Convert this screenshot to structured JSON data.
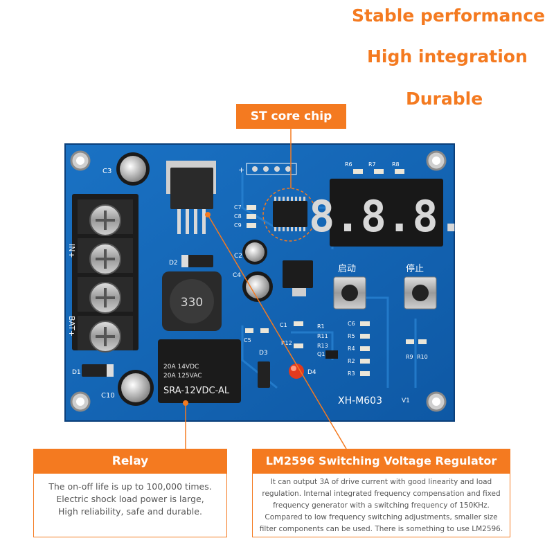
{
  "features": [
    "Stable performance",
    "High integration",
    "Durable"
  ],
  "callouts": {
    "chip": {
      "label": "ST core chip"
    },
    "relay": {
      "label": "Relay",
      "lines": [
        "The on-off life is up to 100,000 times.",
        "Electric shock load power is large,",
        "High reliability, safe and durable."
      ]
    },
    "regulator": {
      "label": "LM2596 Switching Voltage Regulator",
      "lines": [
        "It can output 3A of drive current with good linearity and load",
        "regulation. Internal integrated frequency compensation and fixed",
        "frequency generator with a switching frequency of 150KHz.",
        "Compared to low frequency switching adjustments, smaller size",
        "filter components can be used. There is something to use LM2596."
      ]
    }
  },
  "board": {
    "model": "XH-M603",
    "version": "V1",
    "button_start": "启动",
    "button_stop": "停止",
    "display": "8.8.8.",
    "inductor": "330",
    "relay_lines": [
      "20A 14VDC",
      "20A 125VAC",
      "SRA-12VDC-AL"
    ],
    "labels": {
      "C3": "C3",
      "C10": "C10",
      "D1": "D1",
      "D2": "D2",
      "D3": "D3",
      "D4": "D4",
      "C2": "C2",
      "C4": "C4",
      "C5": "C5",
      "C6": "C6",
      "C7": "C7",
      "C8": "C8",
      "C9": "C9",
      "C1": "C1",
      "R1": "R1",
      "R2": "R2",
      "R3": "R3",
      "R4": "R4",
      "R5": "R5",
      "R6": "R6",
      "R7": "R7",
      "R8": "R8",
      "R9": "R9",
      "R10": "R10",
      "R11": "R11",
      "R12": "R12",
      "R13": "R13",
      "Q1": "Q1",
      "plus": "+",
      "in_plus": "IN+",
      "bat_plus": "BAT+"
    }
  },
  "colors": {
    "accent": "#f47a20",
    "pcb": "#1565b5",
    "pcb_dark": "#0c4e93"
  }
}
